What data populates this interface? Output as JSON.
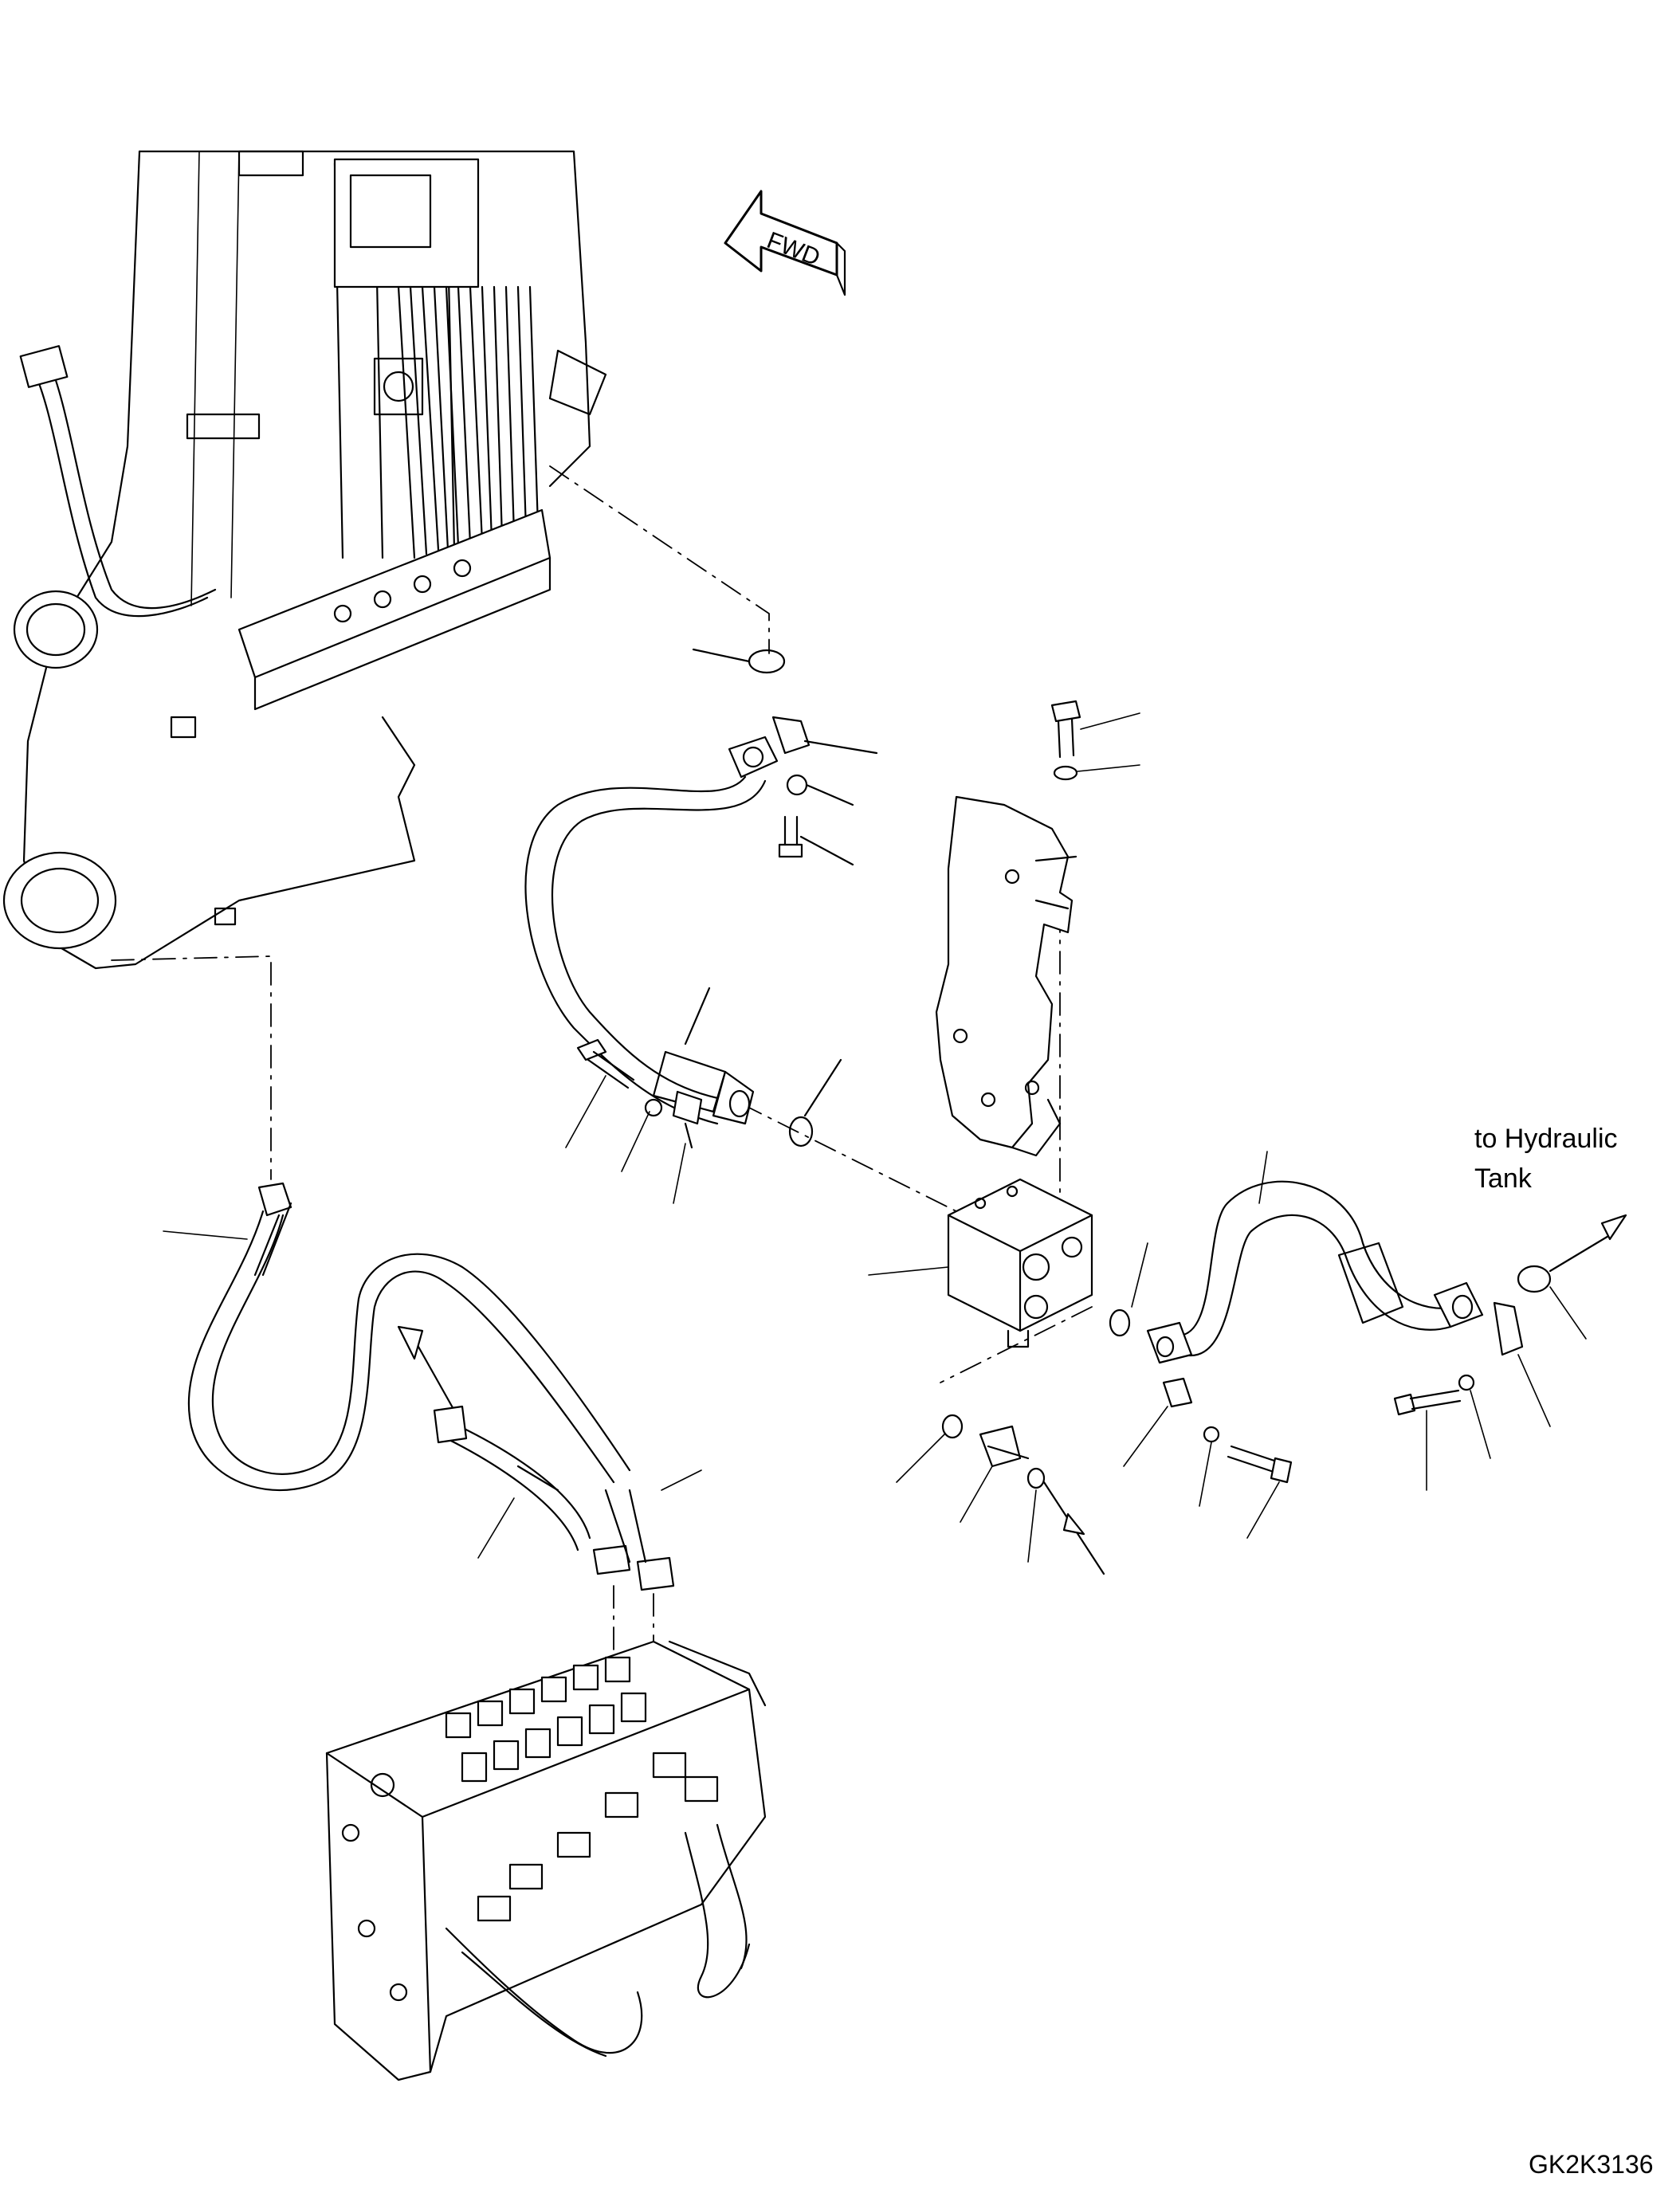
{
  "drawing_code": "GK2K3136",
  "direction_marker": {
    "label": "FWD",
    "icon": "fwd-arrow-icon"
  },
  "flow_note": {
    "line1": "to Hydraulic",
    "line2": "Tank"
  },
  "colors": {
    "ink": "#000000",
    "paper": "#ffffff"
  }
}
